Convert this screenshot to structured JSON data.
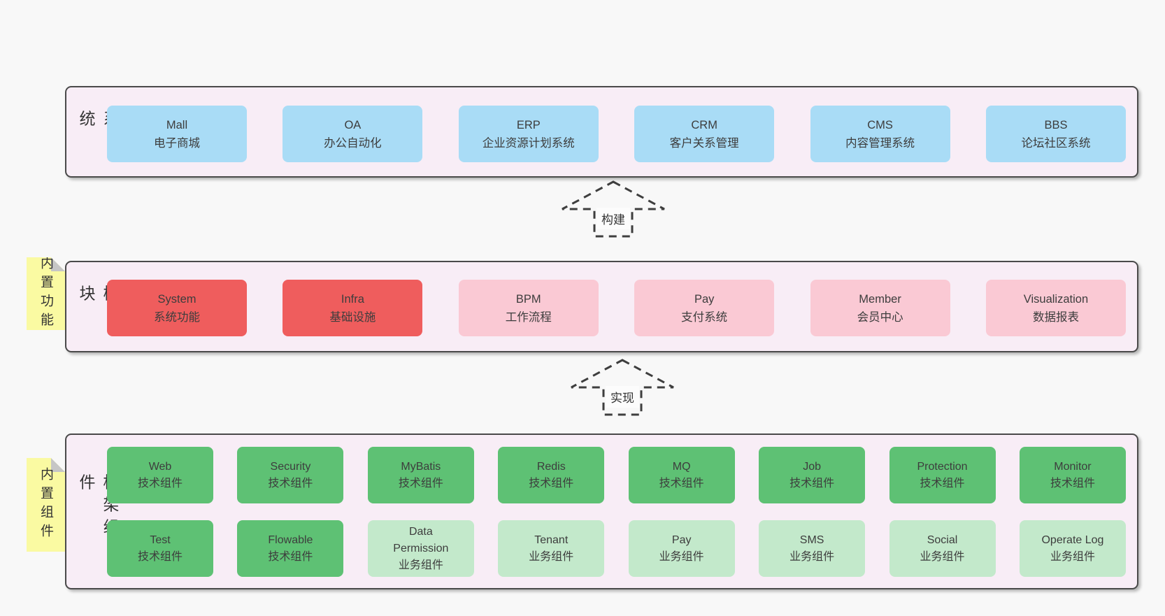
{
  "page": {
    "background": "#f8f8f8"
  },
  "colors": {
    "container_bg": "#f8edf6",
    "container_border": "#4a4a4a",
    "blue_box": "#a9dcf6",
    "red_box": "#ef5d5d",
    "pink_box": "#fac9d4",
    "green_box": "#5ec174",
    "light_green_box": "#c3e9cb",
    "sticky_note": "#fafaa2",
    "sticky_fold": "#c6c6c6",
    "text": "#3d3d3d"
  },
  "arrows": {
    "build": "构建",
    "implement": "实现"
  },
  "sections": {
    "business": {
      "label": "业务系统",
      "boxes": [
        {
          "title": "Mall",
          "subtitle": "电子商城"
        },
        {
          "title": "OA",
          "subtitle": "办公自动化"
        },
        {
          "title": "ERP",
          "subtitle": "企业资源计划系统"
        },
        {
          "title": "CRM",
          "subtitle": "客户关系管理"
        },
        {
          "title": "CMS",
          "subtitle": "内容管理系统"
        },
        {
          "title": "BBS",
          "subtitle": "论坛社区系统"
        }
      ]
    },
    "modules": {
      "label": "通用模块",
      "sticky": "内置功能",
      "boxes": [
        {
          "title": "System",
          "subtitle": "系统功能",
          "variant": "red"
        },
        {
          "title": "Infra",
          "subtitle": "基础设施",
          "variant": "red"
        },
        {
          "title": "BPM",
          "subtitle": "工作流程",
          "variant": "pink"
        },
        {
          "title": "Pay",
          "subtitle": "支付系统",
          "variant": "pink"
        },
        {
          "title": "Member",
          "subtitle": "会员中心",
          "variant": "pink"
        },
        {
          "title": "Visualization",
          "subtitle": "数据报表",
          "variant": "pink"
        }
      ]
    },
    "framework": {
      "label": "框架组件",
      "sticky": "内置组件",
      "row1": [
        {
          "title": "Web",
          "subtitle": "技术组件",
          "variant": "green"
        },
        {
          "title": "Security",
          "subtitle": "技术组件",
          "variant": "green"
        },
        {
          "title": "MyBatis",
          "subtitle": "技术组件",
          "variant": "green"
        },
        {
          "title": "Redis",
          "subtitle": "技术组件",
          "variant": "green"
        },
        {
          "title": "MQ",
          "subtitle": "技术组件",
          "variant": "green"
        },
        {
          "title": "Job",
          "subtitle": "技术组件",
          "variant": "green"
        },
        {
          "title": "Protection",
          "subtitle": "技术组件",
          "variant": "green"
        },
        {
          "title": "Monitor",
          "subtitle": "技术组件",
          "variant": "green"
        }
      ],
      "row2": [
        {
          "title": "Test",
          "subtitle": "技术组件",
          "variant": "green"
        },
        {
          "title": "Flowable",
          "subtitle": "技术组件",
          "variant": "green"
        },
        {
          "title": "Data Permission",
          "subtitle": "业务组件",
          "variant": "lightgreen"
        },
        {
          "title": "Tenant",
          "subtitle": "业务组件",
          "variant": "lightgreen"
        },
        {
          "title": "Pay",
          "subtitle": "业务组件",
          "variant": "lightgreen"
        },
        {
          "title": "SMS",
          "subtitle": "业务组件",
          "variant": "lightgreen"
        },
        {
          "title": "Social",
          "subtitle": "业务组件",
          "variant": "lightgreen"
        },
        {
          "title": "Operate Log",
          "subtitle": "业务组件",
          "variant": "lightgreen"
        }
      ]
    }
  }
}
